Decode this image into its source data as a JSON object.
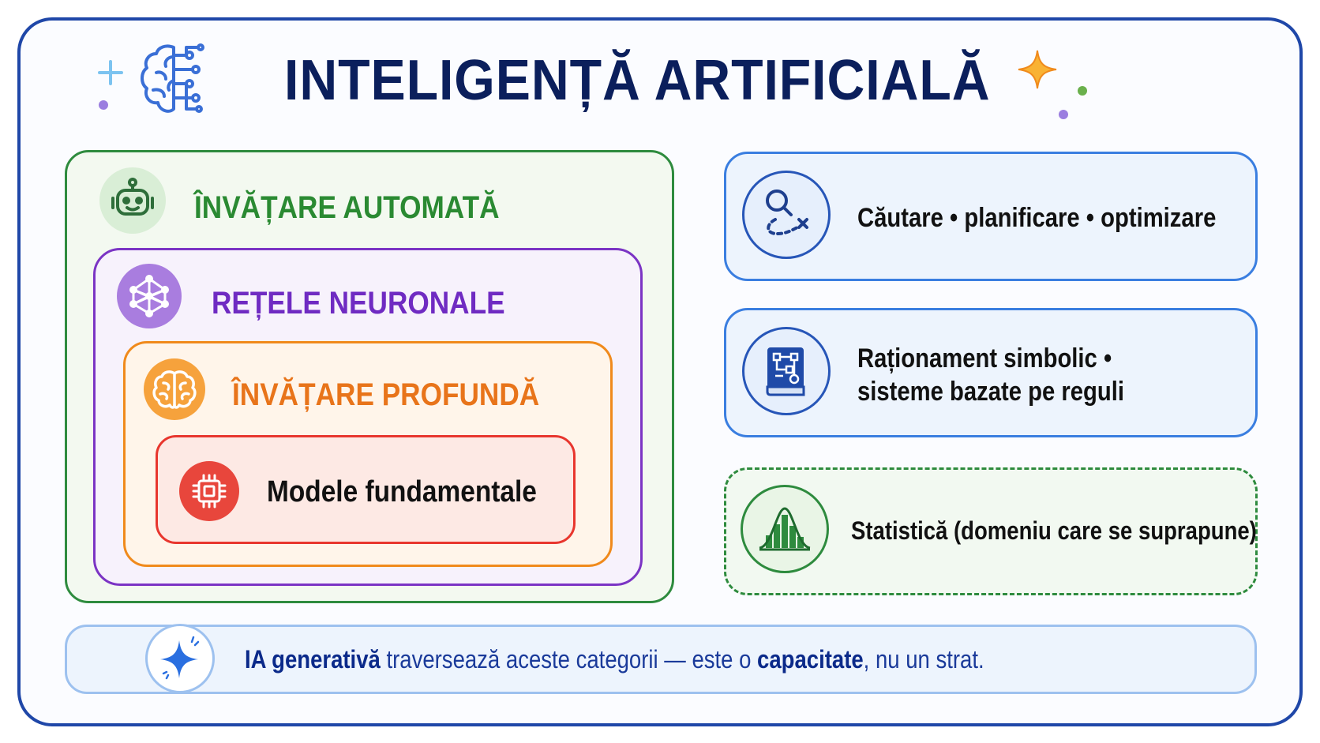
{
  "title": "INTELIGENȚĂ ARTIFICIALĂ",
  "nested": {
    "machine_learning": {
      "label": "ÎNVĂȚARE AUTOMATĂ",
      "color": "#2e8b3e",
      "icon": "robot-icon"
    },
    "neural_networks": {
      "label": "REȚELE NEURONALE",
      "color": "#7b34c4",
      "icon": "network-icon"
    },
    "deep_learning": {
      "label": "ÎNVĂȚARE PROFUNDĂ",
      "color": "#f08a1c",
      "icon": "brain-icon"
    },
    "foundation_models": {
      "label": "Modele fundamentale",
      "color": "#e8362e",
      "icon": "chip-icon"
    }
  },
  "side_boxes": [
    {
      "text": "Căutare • planificare • optimizare",
      "icon": "search-path-icon"
    },
    {
      "line1": "Raționament simbolic •",
      "line2": "sisteme bazate pe reguli",
      "icon": "rulebook-icon"
    },
    {
      "text": "Statistică (domeniu care se suprapune)",
      "icon": "bell-curve-icon"
    }
  ],
  "footer": {
    "bold1": "IA generativă",
    "mid": " traversează aceste categorii — este o ",
    "bold2": "capacitate",
    "end": ", nu un strat.",
    "icon": "sparkle-icon"
  }
}
